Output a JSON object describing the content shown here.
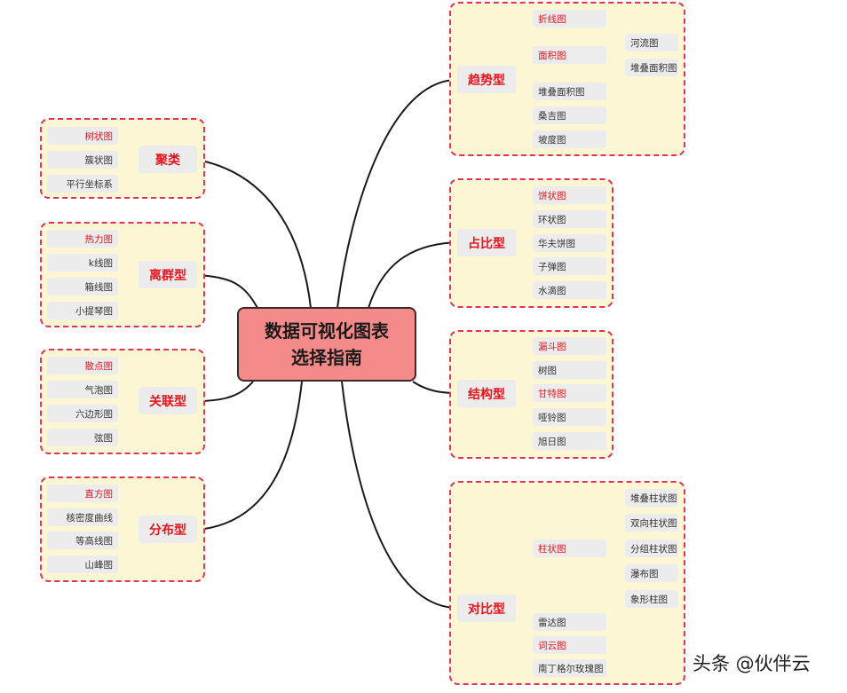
{
  "center": {
    "line1": "数据可视化图表",
    "line2": "选择指南"
  },
  "left": {
    "cluster": {
      "label": "聚类",
      "items": [
        {
          "text": "树状图",
          "hl": true
        },
        {
          "text": "簇状图",
          "hl": false
        },
        {
          "text": "平行坐标系",
          "hl": false
        }
      ]
    },
    "discrete": {
      "label": "离群型",
      "items": [
        {
          "text": "热力图",
          "hl": true
        },
        {
          "text": "k线图",
          "hl": false
        },
        {
          "text": "箱线图",
          "hl": false
        },
        {
          "text": "小提琴图",
          "hl": false
        }
      ]
    },
    "relation": {
      "label": "关联型",
      "items": [
        {
          "text": "散点图",
          "hl": true
        },
        {
          "text": "气泡图",
          "hl": false
        },
        {
          "text": "六边形图",
          "hl": false
        },
        {
          "text": "弦图",
          "hl": false
        }
      ]
    },
    "distribution": {
      "label": "分布型",
      "items": [
        {
          "text": "直方图",
          "hl": true
        },
        {
          "text": "核密度曲线",
          "hl": false
        },
        {
          "text": "等高线图",
          "hl": false
        },
        {
          "text": "山峰图",
          "hl": false
        }
      ]
    }
  },
  "right": {
    "trend": {
      "label": "趋势型",
      "items": [
        {
          "text": "折线图",
          "hl": true
        },
        {
          "text": "面积图",
          "hl": true
        },
        {
          "text": "堆叠面积图",
          "hl": false
        },
        {
          "text": "桑吉图",
          "hl": false
        },
        {
          "text": "坡度图",
          "hl": false
        }
      ],
      "sub": [
        {
          "text": "河流图",
          "hl": false
        },
        {
          "text": "堆叠面积图",
          "hl": false
        }
      ]
    },
    "proportion": {
      "label": "占比型",
      "items": [
        {
          "text": "饼状图",
          "hl": true
        },
        {
          "text": "环状图",
          "hl": false
        },
        {
          "text": "华夫饼图",
          "hl": false
        },
        {
          "text": "子弹图",
          "hl": false
        },
        {
          "text": "水滴图",
          "hl": false
        }
      ]
    },
    "structure": {
      "label": "结构型",
      "items": [
        {
          "text": "漏斗图",
          "hl": true
        },
        {
          "text": "树图",
          "hl": false
        },
        {
          "text": "甘特图",
          "hl": true
        },
        {
          "text": "哑铃图",
          "hl": false
        },
        {
          "text": "旭日图",
          "hl": false
        }
      ]
    },
    "compare": {
      "label": "对比型",
      "items": [
        {
          "text": "柱状图",
          "hl": true
        },
        {
          "text": "雷达图",
          "hl": false
        },
        {
          "text": "词云图",
          "hl": true
        },
        {
          "text": "南丁格尔玫瑰图",
          "hl": false
        }
      ],
      "sub": [
        {
          "text": "堆叠柱状图",
          "hl": false
        },
        {
          "text": "双向柱状图",
          "hl": false
        },
        {
          "text": "分组柱状图",
          "hl": false
        },
        {
          "text": "瀑布图",
          "hl": false
        },
        {
          "text": "象形柱图",
          "hl": false
        }
      ]
    }
  },
  "watermark": "头条 @伙伴云"
}
